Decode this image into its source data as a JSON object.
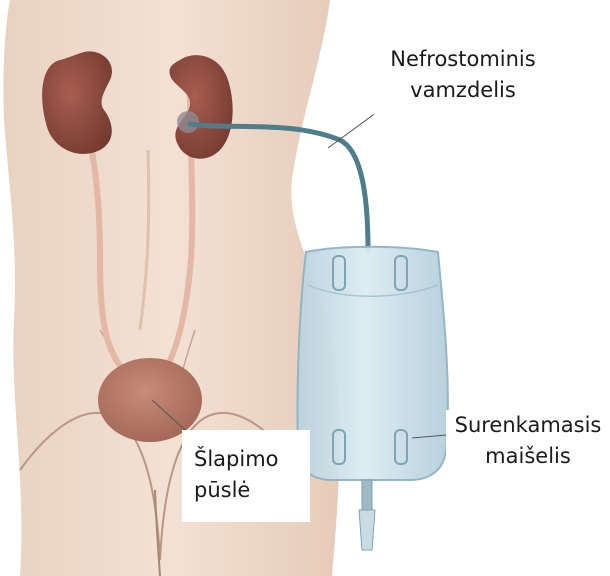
{
  "labels": {
    "nephrostomy_tube": {
      "line1": "Nefrostominis",
      "line2": "vamzdelis"
    },
    "collection_bag": {
      "line1": "Surenkamasis",
      "line2": "maišelis"
    },
    "bladder": {
      "line1": "Šlapimo",
      "line2": "pūslė"
    }
  },
  "colors": {
    "skin": "#f0dccd",
    "skin_shadow": "#dcc0ad",
    "kidney": "#8b4a3f",
    "ureter": "#e4b8a4",
    "bladder": "#b47766",
    "tube": "#4f7d8c",
    "bag": "#cfe2ec",
    "bag_outline": "#8fb3c4"
  }
}
